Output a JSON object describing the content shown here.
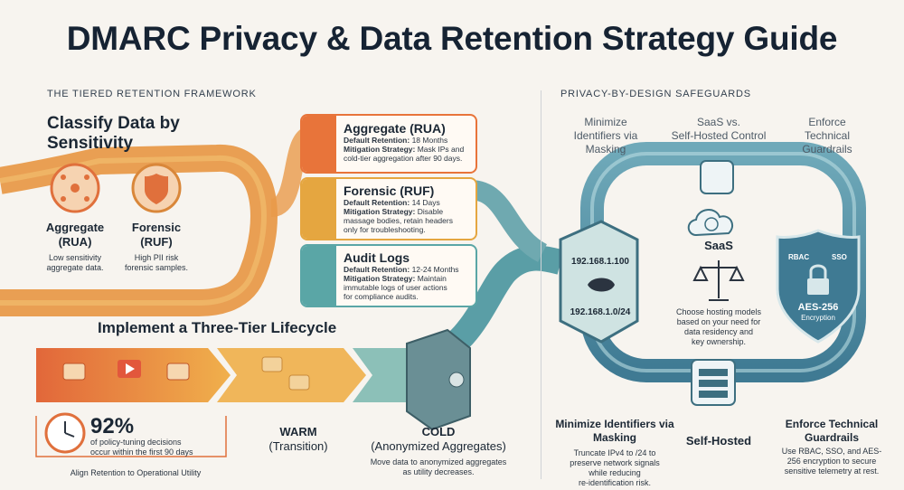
{
  "title": "DMARC Privacy & Data Retention Strategy Guide",
  "left": {
    "section_label": "THE TIERED RETENTION FRAMEWORK",
    "classify_heading": "Classify Data by Sensitivity",
    "aggregate": {
      "label_line1": "Aggregate",
      "label_line2": "(RUA)",
      "desc_line1": "Low sensitivity",
      "desc_line2": "aggregate data."
    },
    "forensic": {
      "label_line1": "Forensic",
      "label_line2": "(RUF)",
      "desc_line1": "High PII risk",
      "desc_line2": "forensic samples."
    },
    "lifecycle_heading": "Implement a Three-Tier Lifecycle",
    "stat": {
      "value": "92%",
      "desc_line1": "of policy-tuning decisions",
      "desc_line2": "occur within the first 90 days",
      "caption": "Align Retention to Operational Utility"
    },
    "warm": {
      "label": "WARM",
      "sub": "(Transition)"
    },
    "cold": {
      "label": "COLD",
      "sub": "(Anonymized Aggregates)",
      "desc_line1": "Move data to anonymized aggregates",
      "desc_line2": "as utility decreases."
    }
  },
  "cards": [
    {
      "title": "Aggregate (RUA)",
      "retention_label": "Default Retention:",
      "retention_value": "18 Months",
      "strategy_label": "Mitigation Strategy:",
      "strategy_line1": "Mask IPs and",
      "strategy_line2": "cold-tier aggregation after 90 days.",
      "strategy_line3": "",
      "color": "#e8743a"
    },
    {
      "title": "Forensic (RUF)",
      "retention_label": "Default Retention:",
      "retention_value": "14 Days",
      "strategy_label": "Mitigation Strategy:",
      "strategy_line1": "Disable",
      "strategy_line2": "massage bodies, retain headers",
      "strategy_line3": "only for troubleshooting.",
      "color": "#e5a640"
    },
    {
      "title": "Audit Logs",
      "retention_label": "Default Retention:",
      "retention_value": "12-24 Months",
      "strategy_label": "Mitigation Strategy:",
      "strategy_line1": "Maintain",
      "strategy_line2": "immutable logs of user actions",
      "strategy_line3": "for compliance audits.",
      "color": "#5aa6a6"
    }
  ],
  "right": {
    "section_label": "PRIVACY-BY-DESIGN SAFEGUARDS",
    "col1_head": [
      "Minimize",
      "Identifiers via",
      "Masking"
    ],
    "col2_head": [
      "SaaS vs.",
      "Self-Hosted Control"
    ],
    "col3_head": [
      "Enforce",
      "Technical",
      "Guardrails"
    ],
    "ip_full": "192.168.1.100",
    "ip_masked": "192.168.1.0/24",
    "saas_label": "SaaS",
    "hosting_desc": [
      "Choose hosting models",
      "based on your need for",
      "data residency and",
      "key ownership."
    ],
    "self_hosted_label": "Self-Hosted",
    "shield": {
      "rbac": "RBAC",
      "sso": "SSO",
      "aes": "AES-256",
      "enc": "Encryption"
    },
    "mask_title": "Minimize Identifiers via Masking",
    "mask_desc": [
      "Truncate IPv4 to /24 to",
      "preserve network signals",
      "while reducing",
      "re-identification risk."
    ],
    "guard_title": [
      "Enforce Technical",
      "Guardrails"
    ],
    "guard_desc": [
      "Use RBAC, SSO, and AES-",
      "256 encryption to secure",
      "sensitive telemetry at rest."
    ]
  }
}
